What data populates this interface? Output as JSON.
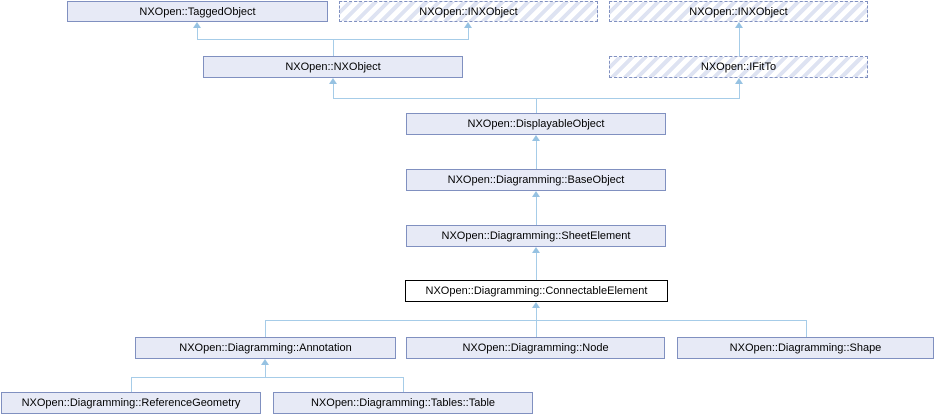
{
  "diagram": {
    "kind": "class-inheritance-graph",
    "current_class": "NXOpen::Diagramming::ConnectableElement",
    "nodes": {
      "tagged_object": {
        "label": "NXOpen::TaggedObject",
        "style": "solid"
      },
      "inxobject_1": {
        "label": "NXOpen::INXObject",
        "style": "hatched"
      },
      "inxobject_2": {
        "label": "NXOpen::INXObject",
        "style": "hatched"
      },
      "nxobject": {
        "label": "NXOpen::NXObject",
        "style": "solid"
      },
      "ifitto": {
        "label": "NXOpen::IFitTo",
        "style": "hatched"
      },
      "displayable_object": {
        "label": "NXOpen::DisplayableObject",
        "style": "solid"
      },
      "base_object": {
        "label": "NXOpen::Diagramming::BaseObject",
        "style": "solid"
      },
      "sheet_element": {
        "label": "NXOpen::Diagramming::SheetElement",
        "style": "solid"
      },
      "connectable_element": {
        "label": "NXOpen::Diagramming::ConnectableElement",
        "style": "current"
      },
      "annotation": {
        "label": "NXOpen::Diagramming::Annotation",
        "style": "solid"
      },
      "node": {
        "label": "NXOpen::Diagramming::Node",
        "style": "solid"
      },
      "shape": {
        "label": "NXOpen::Diagramming::Shape",
        "style": "solid"
      },
      "reference_geometry": {
        "label": "NXOpen::Diagramming::ReferenceGeometry",
        "style": "solid"
      },
      "table": {
        "label": "NXOpen::Diagramming::Tables::Table",
        "style": "solid"
      }
    },
    "edges": [
      {
        "child": "NXOpen::NXObject",
        "parents": [
          "NXOpen::TaggedObject",
          "NXOpen::INXObject"
        ]
      },
      {
        "child": "NXOpen::IFitTo",
        "parents": [
          "NXOpen::INXObject"
        ]
      },
      {
        "child": "NXOpen::DisplayableObject",
        "parents": [
          "NXOpen::NXObject",
          "NXOpen::IFitTo"
        ]
      },
      {
        "child": "NXOpen::Diagramming::BaseObject",
        "parents": [
          "NXOpen::DisplayableObject"
        ]
      },
      {
        "child": "NXOpen::Diagramming::SheetElement",
        "parents": [
          "NXOpen::Diagramming::BaseObject"
        ]
      },
      {
        "child": "NXOpen::Diagramming::ConnectableElement",
        "parents": [
          "NXOpen::Diagramming::SheetElement"
        ]
      },
      {
        "child": "NXOpen::Diagramming::Annotation",
        "parents": [
          "NXOpen::Diagramming::ConnectableElement"
        ]
      },
      {
        "child": "NXOpen::Diagramming::Node",
        "parents": [
          "NXOpen::Diagramming::ConnectableElement"
        ]
      },
      {
        "child": "NXOpen::Diagramming::Shape",
        "parents": [
          "NXOpen::Diagramming::ConnectableElement"
        ]
      },
      {
        "child": "NXOpen::Diagramming::ReferenceGeometry",
        "parents": [
          "NXOpen::Diagramming::Annotation"
        ]
      },
      {
        "child": "NXOpen::Diagramming::Tables::Table",
        "parents": [
          "NXOpen::Diagramming::Annotation"
        ]
      }
    ],
    "colors": {
      "background": "#ffffff",
      "node_fill": "#e7eaf6",
      "node_border": "#8090c0",
      "hatch_stripe": "#dee3f2",
      "current_fill": "#ffffff",
      "current_border": "#000000",
      "edge_line": "#a6cce8",
      "arrowhead": "#96c2e2",
      "text": "#000000"
    }
  }
}
